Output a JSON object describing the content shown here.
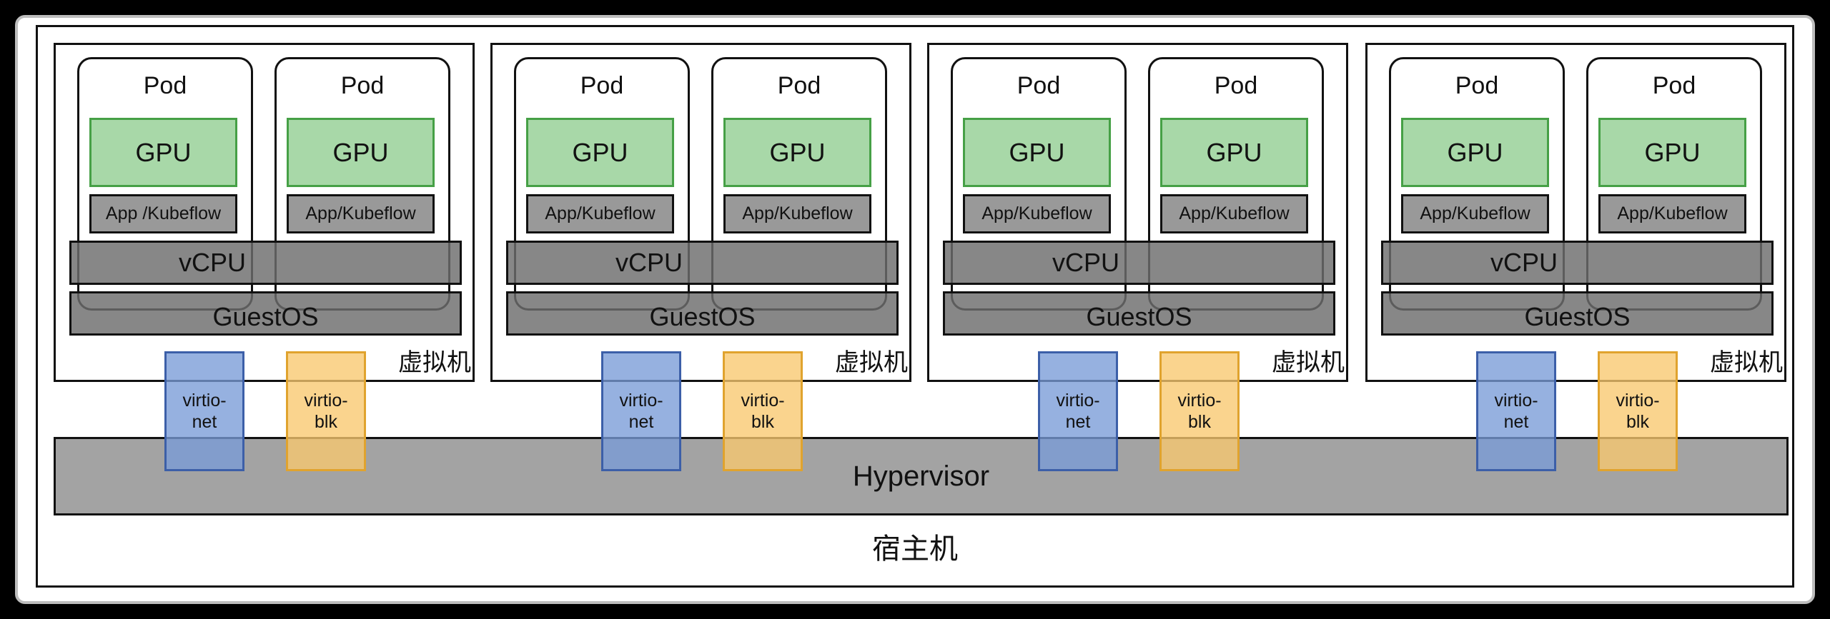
{
  "vms": [
    {
      "label": "虚拟机",
      "pods": [
        {
          "label": "Pod",
          "gpu": "GPU",
          "app": "App /Kubeflow"
        },
        {
          "label": "Pod",
          "gpu": "GPU",
          "app": "App/Kubeflow"
        }
      ],
      "vcpu": "vCPU",
      "guestos": "GuestOS",
      "virtio_net": "virtio-\nnet",
      "virtio_blk": "virtio-\nblk"
    },
    {
      "label": "虚拟机",
      "pods": [
        {
          "label": "Pod",
          "gpu": "GPU",
          "app": "App/Kubeflow"
        },
        {
          "label": "Pod",
          "gpu": "GPU",
          "app": "App/Kubeflow"
        }
      ],
      "vcpu": "vCPU",
      "guestos": "GuestOS",
      "virtio_net": "virtio-\nnet",
      "virtio_blk": "virtio-\nblk"
    },
    {
      "label": "虚拟机",
      "pods": [
        {
          "label": "Pod",
          "gpu": "GPU",
          "app": "App/Kubeflow"
        },
        {
          "label": "Pod",
          "gpu": "GPU",
          "app": "App/Kubeflow"
        }
      ],
      "vcpu": "vCPU",
      "guestos": "GuestOS",
      "virtio_net": "virtio-\nnet",
      "virtio_blk": "virtio-\nblk"
    },
    {
      "label": "虚拟机",
      "pods": [
        {
          "label": "Pod",
          "gpu": "GPU",
          "app": "App/Kubeflow"
        },
        {
          "label": "Pod",
          "gpu": "GPU",
          "app": "App/Kubeflow"
        }
      ],
      "vcpu": "vCPU",
      "guestos": "GuestOS",
      "virtio_net": "virtio-\nnet",
      "virtio_blk": "virtio-\nblk"
    }
  ],
  "hypervisor": "Hypervisor",
  "host": "宿主机"
}
